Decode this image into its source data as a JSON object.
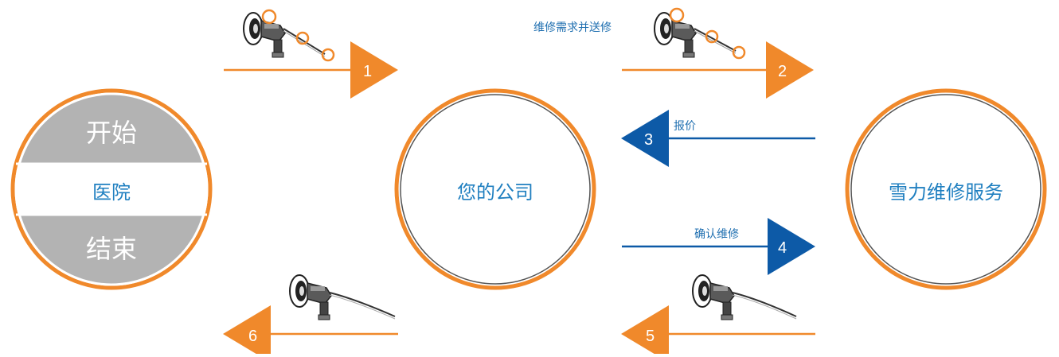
{
  "colors": {
    "orange": "#f0892b",
    "blue": "#0d5aa7",
    "gray": "#b3b3b3",
    "text_blue": "#1f7fc0"
  },
  "nodes": {
    "hospital": {
      "top": "开始",
      "middle": "医院",
      "bottom": "结束"
    },
    "company": "您的公司",
    "service": "雪力维修服务"
  },
  "flows": [
    {
      "step": "1",
      "label": "",
      "color": "orange",
      "direction": "right"
    },
    {
      "step": "2",
      "label": "维修需求并送修",
      "color": "orange",
      "direction": "right"
    },
    {
      "step": "3",
      "label": "报价",
      "color": "blue",
      "direction": "left"
    },
    {
      "step": "4",
      "label": "确认维修",
      "color": "blue",
      "direction": "right"
    },
    {
      "step": "5",
      "label": "",
      "color": "orange",
      "direction": "left"
    },
    {
      "step": "6",
      "label": "",
      "color": "orange",
      "direction": "left"
    }
  ],
  "icons": {
    "broken_endoscope": "endoscope-broken-icon",
    "repaired_endoscope": "endoscope-repaired-icon"
  }
}
